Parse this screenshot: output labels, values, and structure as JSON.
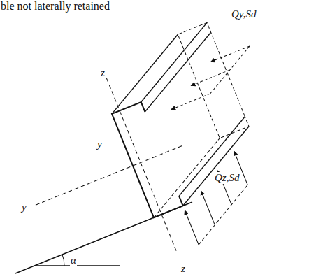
{
  "diagram": {
    "labels": [
      "ble not laterally retained",
      "Qy,Sd",
      "z",
      "y",
      "y",
      "Qz,Sd",
      "α",
      "z"
    ]
  }
}
